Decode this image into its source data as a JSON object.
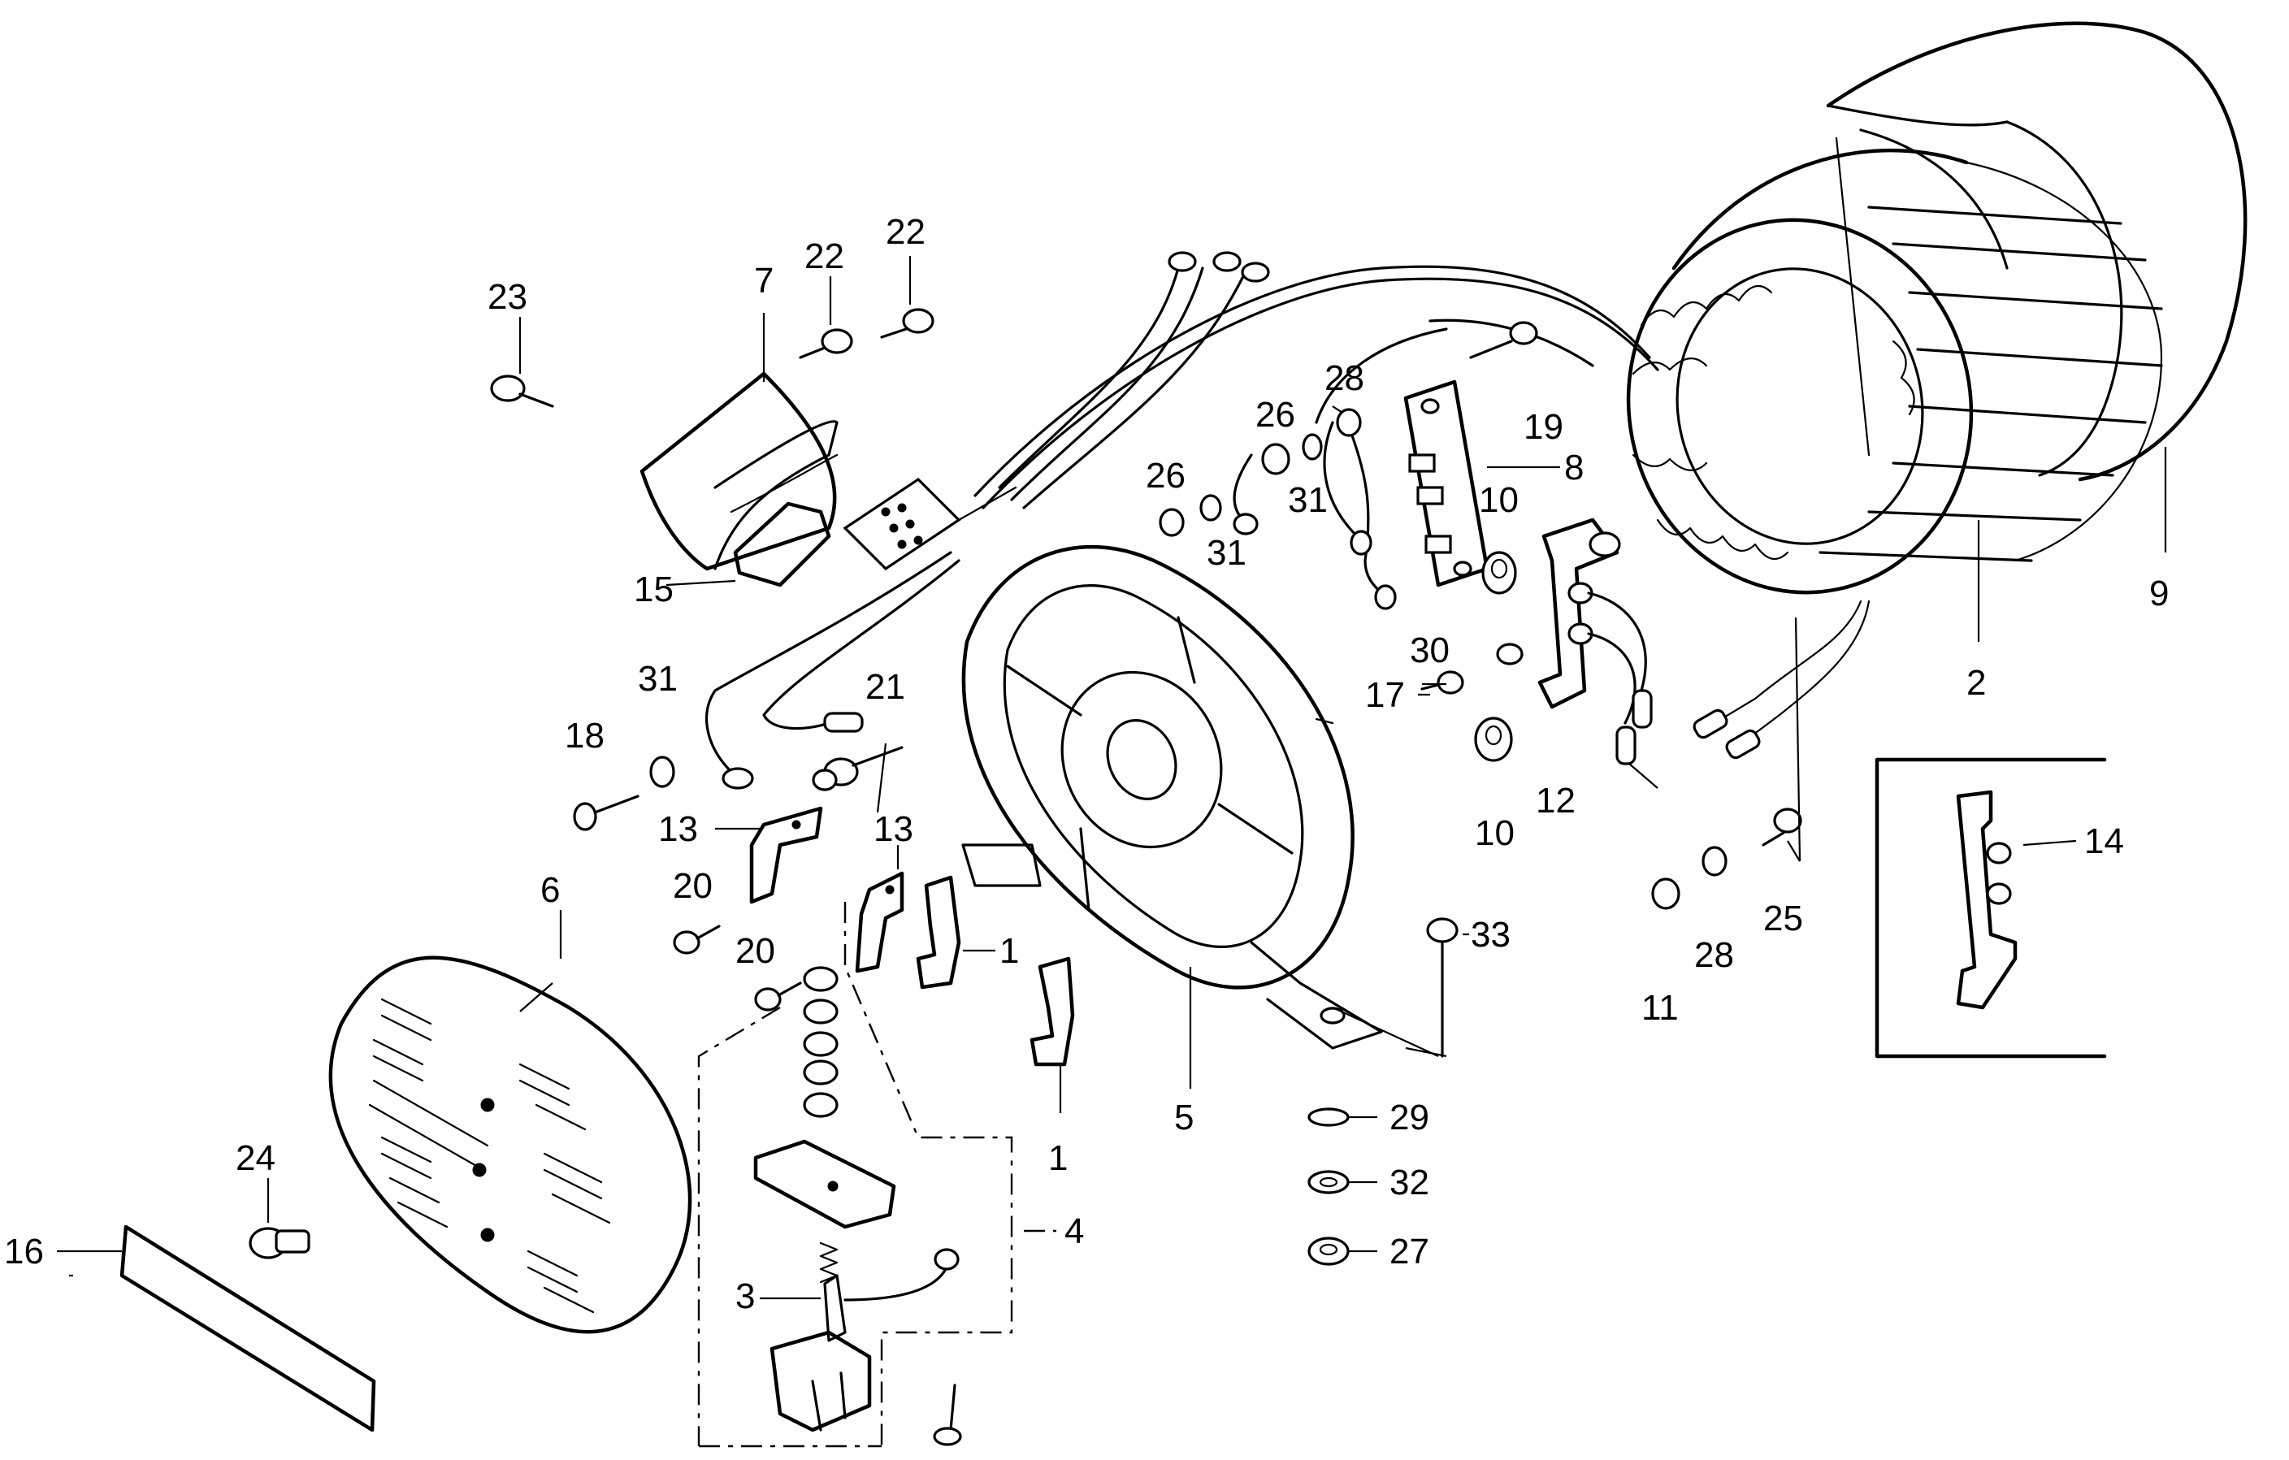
{
  "diagram": {
    "title": "Generator stator / rotor exploded parts diagram",
    "callouts": {
      "c1a": "1",
      "c1b": "1",
      "c2": "2",
      "c3": "3",
      "c4": "4",
      "c5": "5",
      "c6": "6",
      "c7": "7",
      "c8": "8",
      "c9": "9",
      "c10a": "10",
      "c10b": "10",
      "c11": "11",
      "c12": "12",
      "c13a": "13",
      "c13b": "13",
      "c14": "14",
      "c15": "15",
      "c16": "16",
      "c17": "17",
      "c18": "18",
      "c19": "19",
      "c20a": "20",
      "c20b": "20",
      "c21": "21",
      "c22a": "22",
      "c22b": "22",
      "c23": "23",
      "c24": "24",
      "c25": "25",
      "c26a": "26",
      "c26b": "26",
      "c27": "27",
      "c28a": "28",
      "c28b": "28",
      "c29": "29",
      "c30": "30",
      "c31a": "31",
      "c31b": "31",
      "c31c": "31",
      "c32": "32",
      "c33": "33"
    }
  }
}
